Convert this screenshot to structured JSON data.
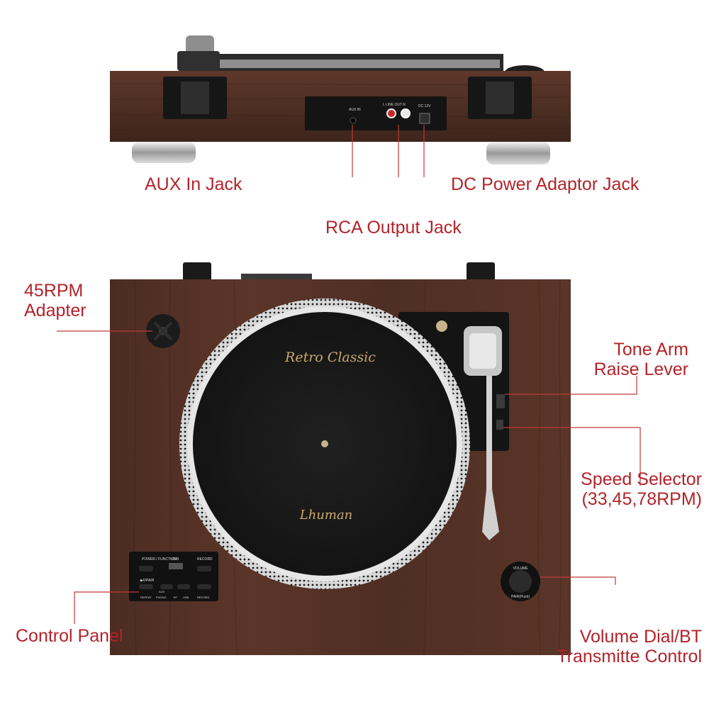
{
  "labels": {
    "aux_in": "AUX In Jack",
    "dc_power": "DC Power Adaptor Jack",
    "rca_output": "RCA Output Jack",
    "adapter_45_l1": "45RPM",
    "adapter_45_l2": "Adapter",
    "tone_arm_l1": "Tone Arm",
    "tone_arm_l2": "Raise Lever",
    "speed_l1": "Speed Selector",
    "speed_l2": "(33,45,78RPM)",
    "control_panel": "Control Panel",
    "volume_l1": "Volume Dial/BT",
    "volume_l2": "Transmitte Control"
  },
  "platter": {
    "brand_top": "Retro Classic",
    "brand_bottom": "Lhuman"
  },
  "back_panel": {
    "aux": "AUX IN",
    "line_out": "L LINE OUT R",
    "dc": "DC 12V"
  },
  "control_panel": {
    "power": "POWER / FUNCTION",
    "usb": "USB",
    "record": "RECORD",
    "play_pair": "▶II/PAIR",
    "repeat": "REPEAT",
    "aux": "AUX",
    "phono": "PHONO",
    "bt": "BT",
    "usb_small": "USB",
    "record_small": "RECORD"
  },
  "volume_dial": {
    "top": "VOLUME",
    "bottom": "PAIR(Push)"
  },
  "colors": {
    "label_red": "#b3232a",
    "wood_dark": "#4a2a20",
    "wood_mid": "#5b362a",
    "line_red": "#c0393b"
  }
}
